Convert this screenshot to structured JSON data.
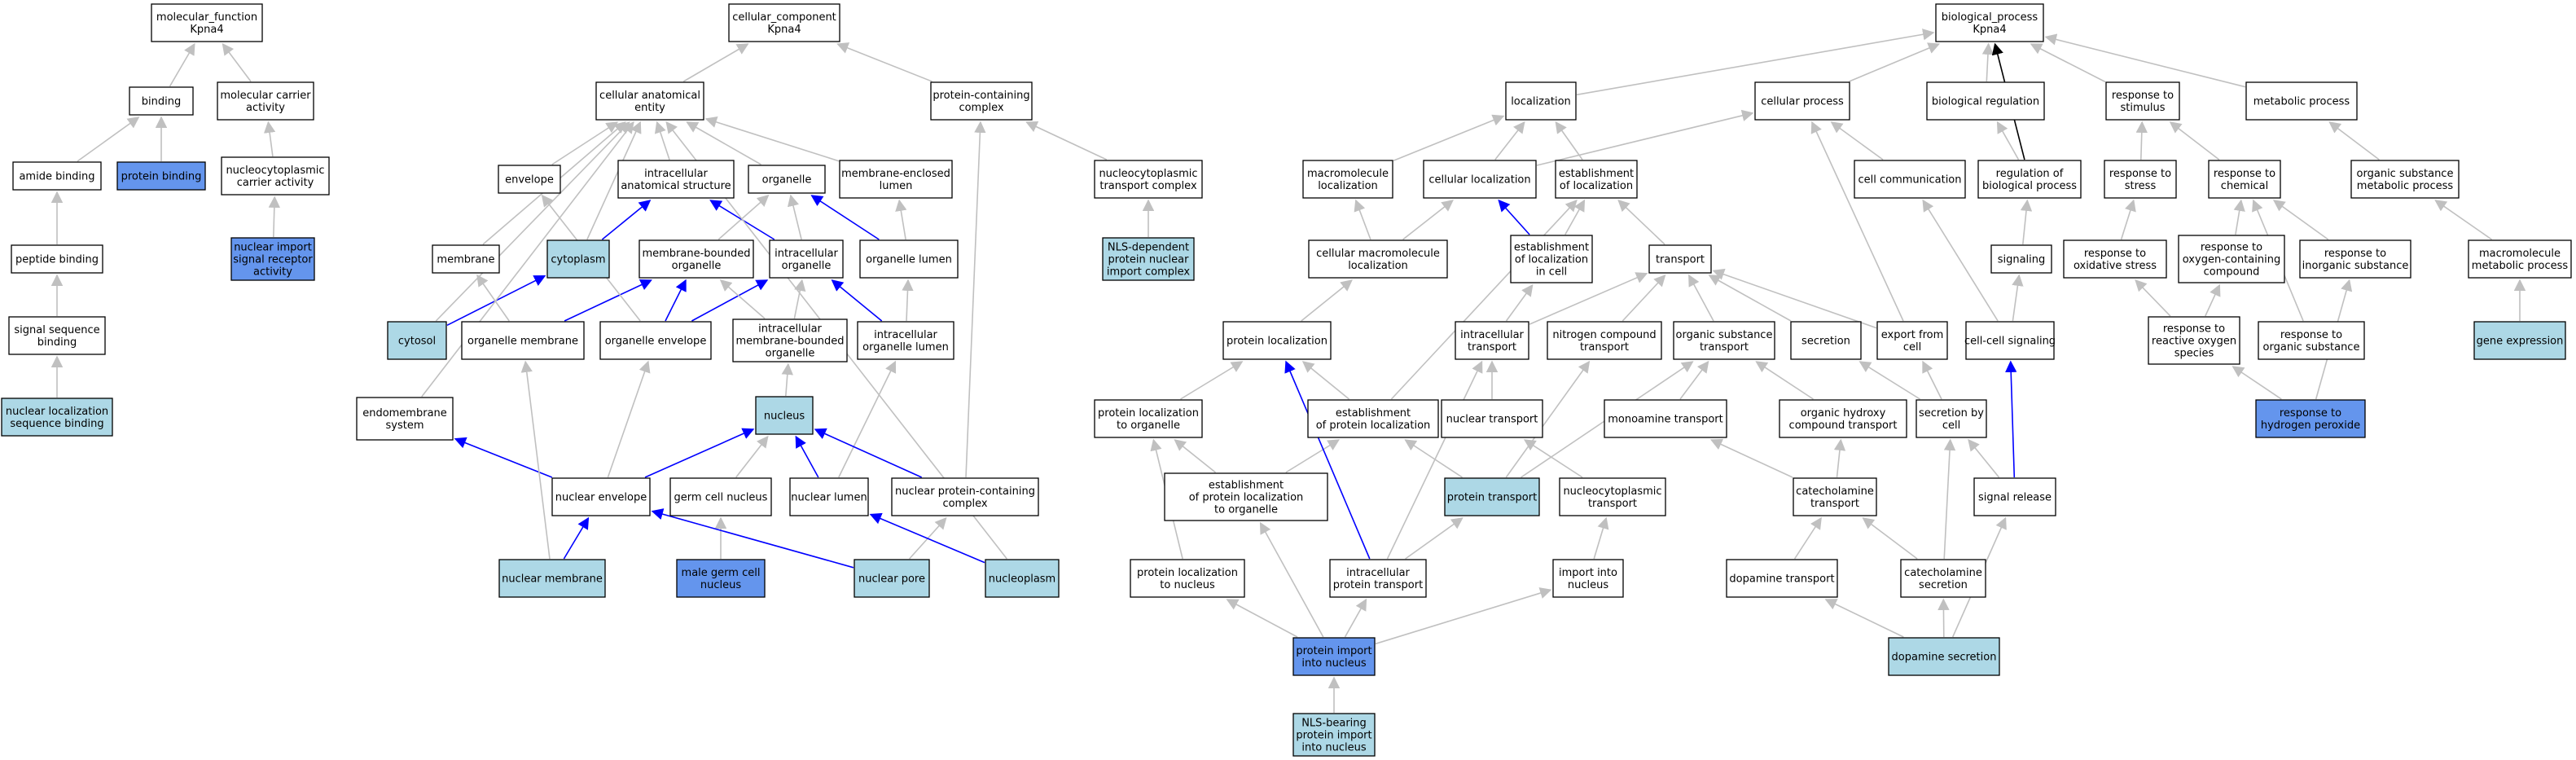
{
  "colors": {
    "plain": "#ffffff",
    "light": "#add8e6",
    "dark": "#6495ed",
    "edge_gray": "#c0c0c0",
    "edge_blue": "#0000ff",
    "edge_black": "#000000"
  },
  "nodes": [
    {
      "id": "mf",
      "lines": [
        "molecular_function",
        "Kpna4"
      ],
      "fill": "plain"
    },
    {
      "id": "binding",
      "lines": [
        "binding"
      ],
      "fill": "plain"
    },
    {
      "id": "mca",
      "lines": [
        "molecular carrier",
        "activity"
      ],
      "fill": "plain"
    },
    {
      "id": "amide",
      "lines": [
        "amide binding"
      ],
      "fill": "plain"
    },
    {
      "id": "protbind",
      "lines": [
        "protein binding"
      ],
      "fill": "dark"
    },
    {
      "id": "ncca",
      "lines": [
        "nucleocytoplasmic",
        "carrier activity"
      ],
      "fill": "plain"
    },
    {
      "id": "peptide",
      "lines": [
        "peptide binding"
      ],
      "fill": "plain"
    },
    {
      "id": "nisra",
      "lines": [
        "nuclear import",
        "signal receptor",
        "activity"
      ],
      "fill": "dark"
    },
    {
      "id": "ssb",
      "lines": [
        "signal sequence",
        "binding"
      ],
      "fill": "plain"
    },
    {
      "id": "nlsb",
      "lines": [
        "nuclear localization",
        "sequence binding"
      ],
      "fill": "light"
    },
    {
      "id": "cc",
      "lines": [
        "cellular_component",
        "Kpna4"
      ],
      "fill": "plain"
    },
    {
      "id": "cae",
      "lines": [
        "cellular anatomical",
        "entity"
      ],
      "fill": "plain"
    },
    {
      "id": "pcc",
      "lines": [
        "protein-containing",
        "complex"
      ],
      "fill": "plain"
    },
    {
      "id": "envelope",
      "lines": [
        "envelope"
      ],
      "fill": "plain"
    },
    {
      "id": "ias",
      "lines": [
        "intracellular",
        "anatomical structure"
      ],
      "fill": "plain"
    },
    {
      "id": "organelle",
      "lines": [
        "organelle"
      ],
      "fill": "plain"
    },
    {
      "id": "mel",
      "lines": [
        "membrane-enclosed",
        "lumen"
      ],
      "fill": "plain"
    },
    {
      "id": "nctc",
      "lines": [
        "nucleocytoplasmic",
        "transport complex"
      ],
      "fill": "plain"
    },
    {
      "id": "membrane",
      "lines": [
        "membrane"
      ],
      "fill": "plain"
    },
    {
      "id": "cytoplasm",
      "lines": [
        "cytoplasm"
      ],
      "fill": "light"
    },
    {
      "id": "mbo",
      "lines": [
        "membrane-bounded",
        "organelle"
      ],
      "fill": "plain"
    },
    {
      "id": "io",
      "lines": [
        "intracellular",
        "organelle"
      ],
      "fill": "plain"
    },
    {
      "id": "ol",
      "lines": [
        "organelle lumen"
      ],
      "fill": "plain"
    },
    {
      "id": "nlsdep",
      "lines": [
        "NLS-dependent",
        "protein nuclear",
        "import complex"
      ],
      "fill": "light"
    },
    {
      "id": "cytosol",
      "lines": [
        "cytosol"
      ],
      "fill": "light"
    },
    {
      "id": "om",
      "lines": [
        "organelle membrane"
      ],
      "fill": "plain"
    },
    {
      "id": "oe",
      "lines": [
        "organelle envelope"
      ],
      "fill": "plain"
    },
    {
      "id": "imbo",
      "lines": [
        "intracellular",
        "membrane-bounded",
        "organelle"
      ],
      "fill": "plain"
    },
    {
      "id": "iol",
      "lines": [
        "intracellular",
        "organelle lumen"
      ],
      "fill": "plain"
    },
    {
      "id": "endo",
      "lines": [
        "endomembrane",
        "system"
      ],
      "fill": "plain"
    },
    {
      "id": "nucleus",
      "lines": [
        "nucleus"
      ],
      "fill": "light"
    },
    {
      "id": "ne",
      "lines": [
        "nuclear envelope"
      ],
      "fill": "plain"
    },
    {
      "id": "gcn",
      "lines": [
        "germ cell nucleus"
      ],
      "fill": "plain"
    },
    {
      "id": "nl",
      "lines": [
        "nuclear lumen"
      ],
      "fill": "plain"
    },
    {
      "id": "npcc",
      "lines": [
        "nuclear protein-containing",
        "complex"
      ],
      "fill": "plain"
    },
    {
      "id": "nm",
      "lines": [
        "nuclear membrane"
      ],
      "fill": "light"
    },
    {
      "id": "mgcn",
      "lines": [
        "male germ cell",
        "nucleus"
      ],
      "fill": "dark"
    },
    {
      "id": "np",
      "lines": [
        "nuclear pore"
      ],
      "fill": "light"
    },
    {
      "id": "nucleoplasm",
      "lines": [
        "nucleoplasm"
      ],
      "fill": "light"
    },
    {
      "id": "bp",
      "lines": [
        "biological_process",
        "Kpna4"
      ],
      "fill": "plain"
    },
    {
      "id": "loc",
      "lines": [
        "localization"
      ],
      "fill": "plain"
    },
    {
      "id": "cp",
      "lines": [
        "cellular process"
      ],
      "fill": "plain"
    },
    {
      "id": "breg",
      "lines": [
        "biological regulation"
      ],
      "fill": "plain"
    },
    {
      "id": "rts",
      "lines": [
        "response to",
        "stimulus"
      ],
      "fill": "plain"
    },
    {
      "id": "metab",
      "lines": [
        "metabolic process"
      ],
      "fill": "plain"
    },
    {
      "id": "mml",
      "lines": [
        "macromolecule",
        "localization"
      ],
      "fill": "plain"
    },
    {
      "id": "cl",
      "lines": [
        "cellular localization"
      ],
      "fill": "plain"
    },
    {
      "id": "eol",
      "lines": [
        "establishment",
        "of localization"
      ],
      "fill": "plain"
    },
    {
      "id": "ccomm",
      "lines": [
        "cell communication"
      ],
      "fill": "plain"
    },
    {
      "id": "rbp",
      "lines": [
        "regulation of",
        "biological process"
      ],
      "fill": "plain"
    },
    {
      "id": "rtstress",
      "lines": [
        "response to",
        "stress"
      ],
      "fill": "plain"
    },
    {
      "id": "rtchem",
      "lines": [
        "response to",
        "chemical"
      ],
      "fill": "plain"
    },
    {
      "id": "osmp",
      "lines": [
        "organic substance",
        "metabolic process"
      ],
      "fill": "plain"
    },
    {
      "id": "cml",
      "lines": [
        "cellular macromolecule",
        "localization"
      ],
      "fill": "plain"
    },
    {
      "id": "eolc",
      "lines": [
        "establishment",
        "of localization",
        "in cell"
      ],
      "fill": "plain"
    },
    {
      "id": "transport",
      "lines": [
        "transport"
      ],
      "fill": "plain"
    },
    {
      "id": "signaling",
      "lines": [
        "signaling"
      ],
      "fill": "plain"
    },
    {
      "id": "rtos",
      "lines": [
        "response to",
        "oxidative stress"
      ],
      "fill": "plain"
    },
    {
      "id": "rtocc",
      "lines": [
        "response to",
        "oxygen-containing",
        "compound"
      ],
      "fill": "plain"
    },
    {
      "id": "rtis",
      "lines": [
        "response to",
        "inorganic substance"
      ],
      "fill": "plain"
    },
    {
      "id": "mmmp",
      "lines": [
        "macromolecule",
        "metabolic process"
      ],
      "fill": "plain"
    },
    {
      "id": "ploc",
      "lines": [
        "protein localization"
      ],
      "fill": "plain"
    },
    {
      "id": "it",
      "lines": [
        "intracellular",
        "transport"
      ],
      "fill": "plain"
    },
    {
      "id": "nct",
      "lines": [
        "nitrogen compound",
        "transport"
      ],
      "fill": "plain"
    },
    {
      "id": "ost",
      "lines": [
        "organic substance",
        "transport"
      ],
      "fill": "plain"
    },
    {
      "id": "secretion",
      "lines": [
        "secretion"
      ],
      "fill": "plain"
    },
    {
      "id": "efc",
      "lines": [
        "export from",
        "cell"
      ],
      "fill": "plain"
    },
    {
      "id": "ccs",
      "lines": [
        "cell-cell signaling"
      ],
      "fill": "plain"
    },
    {
      "id": "rtros",
      "lines": [
        "response to",
        "reactive oxygen",
        "species"
      ],
      "fill": "plain"
    },
    {
      "id": "rtorg",
      "lines": [
        "response to",
        "organic substance"
      ],
      "fill": "plain"
    },
    {
      "id": "ge",
      "lines": [
        "gene expression"
      ],
      "fill": "light"
    },
    {
      "id": "pltoo",
      "lines": [
        "protein localization",
        "to organelle"
      ],
      "fill": "plain"
    },
    {
      "id": "epl",
      "lines": [
        "establishment",
        "of protein localization"
      ],
      "fill": "plain"
    },
    {
      "id": "ntr",
      "lines": [
        "nuclear transport"
      ],
      "fill": "plain"
    },
    {
      "id": "mat",
      "lines": [
        "monoamine transport"
      ],
      "fill": "plain"
    },
    {
      "id": "ohct",
      "lines": [
        "organic hydroxy",
        "compound transport"
      ],
      "fill": "plain"
    },
    {
      "id": "sbc",
      "lines": [
        "secretion by",
        "cell"
      ],
      "fill": "plain"
    },
    {
      "id": "rthp",
      "lines": [
        "response to",
        "hydrogen peroxide"
      ],
      "fill": "dark"
    },
    {
      "id": "epltoo",
      "lines": [
        "establishment",
        "of protein localization",
        "to organelle"
      ],
      "fill": "plain"
    },
    {
      "id": "pt",
      "lines": [
        "protein transport"
      ],
      "fill": "light"
    },
    {
      "id": "ncyt",
      "lines": [
        "nucleocytoplasmic",
        "transport"
      ],
      "fill": "plain"
    },
    {
      "id": "cat",
      "lines": [
        "catecholamine",
        "transport"
      ],
      "fill": "plain"
    },
    {
      "id": "sr",
      "lines": [
        "signal release"
      ],
      "fill": "plain"
    },
    {
      "id": "pltn",
      "lines": [
        "protein localization",
        "to nucleus"
      ],
      "fill": "plain"
    },
    {
      "id": "ipt",
      "lines": [
        "intracellular",
        "protein transport"
      ],
      "fill": "plain"
    },
    {
      "id": "iin",
      "lines": [
        "import into",
        "nucleus"
      ],
      "fill": "plain"
    },
    {
      "id": "dt",
      "lines": [
        "dopamine transport"
      ],
      "fill": "plain"
    },
    {
      "id": "cs",
      "lines": [
        "catecholamine",
        "secretion"
      ],
      "fill": "plain"
    },
    {
      "id": "pin",
      "lines": [
        "protein import",
        "into nucleus"
      ],
      "fill": "dark"
    },
    {
      "id": "ds",
      "lines": [
        "dopamine secretion"
      ],
      "fill": "light"
    },
    {
      "id": "nlsbpi",
      "lines": [
        "NLS-bearing",
        "protein import",
        "into nucleus"
      ],
      "fill": "light"
    }
  ],
  "edges": [
    [
      "binding",
      "mf",
      "gray"
    ],
    [
      "mca",
      "mf",
      "gray"
    ],
    [
      "amide",
      "binding",
      "gray"
    ],
    [
      "protbind",
      "binding",
      "gray"
    ],
    [
      "ncca",
      "mca",
      "gray"
    ],
    [
      "peptide",
      "amide",
      "gray"
    ],
    [
      "nisra",
      "ncca",
      "gray"
    ],
    [
      "ssb",
      "peptide",
      "gray"
    ],
    [
      "nlsb",
      "ssb",
      "gray"
    ],
    [
      "cae",
      "cc",
      "gray"
    ],
    [
      "pcc",
      "cc",
      "gray"
    ],
    [
      "envelope",
      "cae",
      "gray"
    ],
    [
      "ias",
      "cae",
      "gray"
    ],
    [
      "organelle",
      "cae",
      "gray"
    ],
    [
      "mel",
      "cae",
      "gray"
    ],
    [
      "nctc",
      "pcc",
      "gray"
    ],
    [
      "membrane",
      "cae",
      "gray"
    ],
    [
      "cytoplasm",
      "cae",
      "gray"
    ],
    [
      "cytoplasm",
      "ias",
      "blue"
    ],
    [
      "mbo",
      "organelle",
      "gray"
    ],
    [
      "io",
      "organelle",
      "gray"
    ],
    [
      "io",
      "ias",
      "blue"
    ],
    [
      "ol",
      "organelle",
      "blue"
    ],
    [
      "ol",
      "mel",
      "gray"
    ],
    [
      "nlsdep",
      "nctc",
      "gray"
    ],
    [
      "cytosol",
      "cae",
      "gray"
    ],
    [
      "cytosol",
      "cytoplasm",
      "blue"
    ],
    [
      "om",
      "membrane",
      "gray"
    ],
    [
      "om",
      "mbo",
      "blue"
    ],
    [
      "oe",
      "envelope",
      "gray"
    ],
    [
      "oe",
      "mbo",
      "blue"
    ],
    [
      "oe",
      "io",
      "blue"
    ],
    [
      "imbo",
      "mbo",
      "gray"
    ],
    [
      "imbo",
      "io",
      "gray"
    ],
    [
      "iol",
      "io",
      "blue"
    ],
    [
      "iol",
      "ol",
      "gray"
    ],
    [
      "endo",
      "cae",
      "gray"
    ],
    [
      "nucleus",
      "imbo",
      "gray"
    ],
    [
      "ne",
      "endo",
      "blue"
    ],
    [
      "ne",
      "oe",
      "gray"
    ],
    [
      "ne",
      "nucleus",
      "blue"
    ],
    [
      "gcn",
      "nucleus",
      "gray"
    ],
    [
      "nl",
      "nucleus",
      "blue"
    ],
    [
      "nl",
      "iol",
      "gray"
    ],
    [
      "npcc",
      "nucleus",
      "blue"
    ],
    [
      "npcc",
      "pcc",
      "gray"
    ],
    [
      "nm",
      "om",
      "gray"
    ],
    [
      "nm",
      "ne",
      "blue"
    ],
    [
      "mgcn",
      "gcn",
      "gray"
    ],
    [
      "np",
      "ne",
      "blue"
    ],
    [
      "np",
      "npcc",
      "gray"
    ],
    [
      "nucleoplasm",
      "nl",
      "blue"
    ],
    [
      "nucleoplasm",
      "cae",
      "gray"
    ],
    [
      "loc",
      "bp",
      "gray"
    ],
    [
      "cp",
      "bp",
      "gray"
    ],
    [
      "breg",
      "bp",
      "gray"
    ],
    [
      "rts",
      "bp",
      "gray"
    ],
    [
      "metab",
      "bp",
      "gray"
    ],
    [
      "mml",
      "loc",
      "gray"
    ],
    [
      "cl",
      "loc",
      "gray"
    ],
    [
      "cl",
      "cp",
      "gray"
    ],
    [
      "eol",
      "loc",
      "gray"
    ],
    [
      "ccomm",
      "cp",
      "gray"
    ],
    [
      "rbp",
      "breg",
      "gray"
    ],
    [
      "rbp",
      "bp",
      "black"
    ],
    [
      "rtstress",
      "rts",
      "gray"
    ],
    [
      "rtchem",
      "rts",
      "gray"
    ],
    [
      "osmp",
      "metab",
      "gray"
    ],
    [
      "cml",
      "mml",
      "gray"
    ],
    [
      "cml",
      "cl",
      "gray"
    ],
    [
      "eolc",
      "eol",
      "gray"
    ],
    [
      "eolc",
      "cl",
      "blue"
    ],
    [
      "transport",
      "eol",
      "gray"
    ],
    [
      "signaling",
      "rbp",
      "gray"
    ],
    [
      "rtos",
      "rtstress",
      "gray"
    ],
    [
      "rtocc",
      "rtchem",
      "gray"
    ],
    [
      "rtis",
      "rtchem",
      "gray"
    ],
    [
      "mmmp",
      "osmp",
      "gray"
    ],
    [
      "ploc",
      "cml",
      "gray"
    ],
    [
      "it",
      "eolc",
      "gray"
    ],
    [
      "it",
      "transport",
      "gray"
    ],
    [
      "nct",
      "transport",
      "gray"
    ],
    [
      "ost",
      "transport",
      "gray"
    ],
    [
      "secretion",
      "transport",
      "gray"
    ],
    [
      "efc",
      "cp",
      "gray"
    ],
    [
      "efc",
      "transport",
      "gray"
    ],
    [
      "ccs",
      "signaling",
      "gray"
    ],
    [
      "ccs",
      "ccomm",
      "gray"
    ],
    [
      "rtros",
      "rtocc",
      "gray"
    ],
    [
      "rtros",
      "rtos",
      "gray"
    ],
    [
      "rtorg",
      "rtchem",
      "gray"
    ],
    [
      "ge",
      "mmmp",
      "gray"
    ],
    [
      "pltoo",
      "ploc",
      "gray"
    ],
    [
      "epl",
      "ploc",
      "gray"
    ],
    [
      "epl",
      "eol",
      "gray"
    ],
    [
      "ntr",
      "it",
      "gray"
    ],
    [
      "mat",
      "ost",
      "gray"
    ],
    [
      "ohct",
      "ost",
      "gray"
    ],
    [
      "sbc",
      "secretion",
      "gray"
    ],
    [
      "sbc",
      "efc",
      "gray"
    ],
    [
      "rthp",
      "rtros",
      "gray"
    ],
    [
      "rthp",
      "rtis",
      "gray"
    ],
    [
      "epltoo",
      "pltoo",
      "gray"
    ],
    [
      "epltoo",
      "epl",
      "gray"
    ],
    [
      "pt",
      "epl",
      "gray"
    ],
    [
      "pt",
      "nct",
      "gray"
    ],
    [
      "pt",
      "ost",
      "gray"
    ],
    [
      "ncyt",
      "ntr",
      "gray"
    ],
    [
      "cat",
      "mat",
      "gray"
    ],
    [
      "cat",
      "ohct",
      "gray"
    ],
    [
      "sr",
      "sbc",
      "gray"
    ],
    [
      "sr",
      "ccs",
      "blue"
    ],
    [
      "pltn",
      "pltoo",
      "gray"
    ],
    [
      "ipt",
      "ploc",
      "blue"
    ],
    [
      "ipt",
      "it",
      "gray"
    ],
    [
      "ipt",
      "pt",
      "gray"
    ],
    [
      "iin",
      "ncyt",
      "gray"
    ],
    [
      "dt",
      "cat",
      "gray"
    ],
    [
      "cs",
      "cat",
      "gray"
    ],
    [
      "cs",
      "sbc",
      "gray"
    ],
    [
      "pin",
      "pltn",
      "gray"
    ],
    [
      "pin",
      "ipt",
      "gray"
    ],
    [
      "pin",
      "iin",
      "gray"
    ],
    [
      "pin",
      "epltoo",
      "gray"
    ],
    [
      "ds",
      "dt",
      "gray"
    ],
    [
      "ds",
      "cs",
      "gray"
    ],
    [
      "ds",
      "sr",
      "gray"
    ],
    [
      "nlsbpi",
      "pin",
      "gray"
    ]
  ]
}
